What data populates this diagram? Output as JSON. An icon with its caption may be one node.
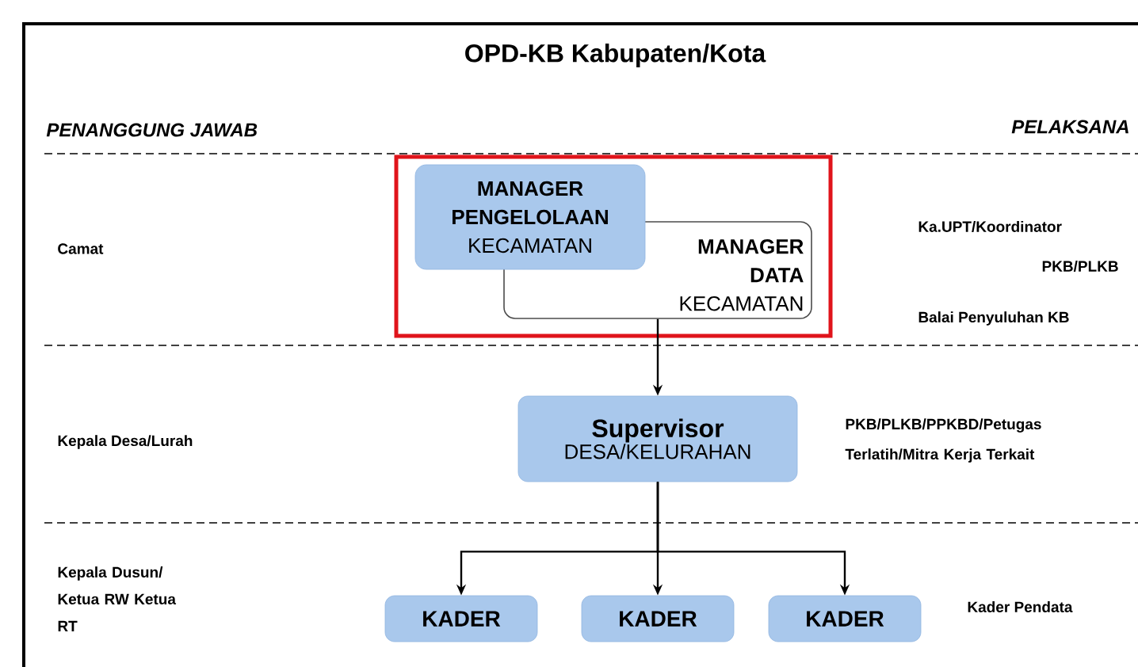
{
  "diagram": {
    "title": "OPD-KB Kabupaten/Kota",
    "nodes": [
      {
        "text": [],
        "shape": "box"
      },
      {
        "text": [
          "**MANAGER PENGELOLAAN** KECAMATAN"
        ],
        "in": 0
      },
      {
        "text": [
          "**MANAGER DATA** KECAMATAN"
        ],
        "in": 0
      },
      {
        "text": [
          "Supervisor",
          "DESA/KELURAHAN"
        ]
      },
      {
        "text": [
          "KADER"
        ]
      },
      {
        "text": [
          "KADER"
        ]
      },
      {
        "text": [
          "KADER"
        ]
      }
    ],
    "edges": [
      {
        "from": 2,
        "to": 3,
        "arrow": "to"
      },
      {
        "from": 3,
        "to": 4,
        "arrow": "to"
      },
      {
        "from": 3,
        "to": 5,
        "arrow": "to"
      },
      {
        "from": 3,
        "to": 6,
        "arrow": "to"
      }
    ],
    "labels": [
      "PENANGGUNG JAWAB",
      "PELAKSANA",
      "Camat",
      "Ka.UPT/Koordinator",
      "PKB/PLKB",
      "Balai Penyuluhan KB",
      "Kepala Desa/Lurah",
      "PKB/PLKB/PPKBD/Petugas Terlatih/Mitra Kerja Terkait",
      "Kepala Dusun/ Ketua RW Ketua RT",
      "Kader Pendata"
    ]
  }
}
